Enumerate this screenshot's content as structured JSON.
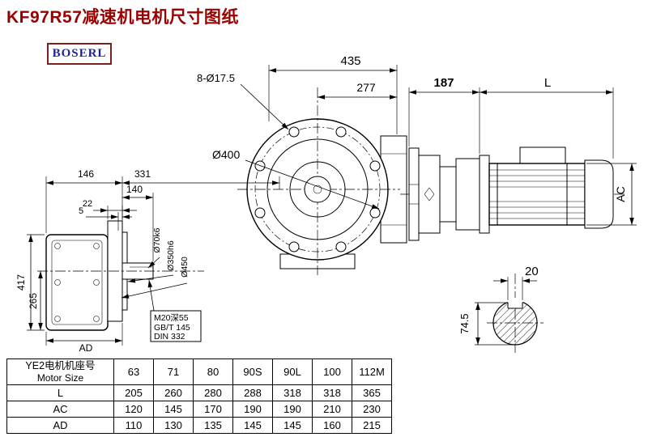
{
  "title": "KF97R57减速机电机尺寸图纸",
  "logo": "BOSERL",
  "front_view": {
    "dim_width": "435",
    "dim_hole_offset": "277",
    "bolt_holes": "8-Ø17.5",
    "flange_dia": "Ø400"
  },
  "side_view": {
    "dim_adapter": "187",
    "dim_motor_length": "L",
    "dim_motor_dia": "AC"
  },
  "left_view": {
    "dim_body_depth": "146",
    "dim_total_depth": "331",
    "dim_shaft_len": "140",
    "dim_flange_thk": "22",
    "dim_spigot": "5",
    "dim_height": "417",
    "dim_axis_height": "265",
    "dim_ad": "AD",
    "shaft_dia": "Ø70k6",
    "spigot_dia": "Ø350h6",
    "flange_dia": "Ø450",
    "tap_note1": "M20深55",
    "tap_note2": "GB/T 145",
    "tap_note3": "DIN 332"
  },
  "section_view": {
    "key_width": "20",
    "shaft_depth": "74.5"
  },
  "table": {
    "header_cn": "YE2电机机座号",
    "header_en": "Motor Size",
    "columns": [
      "63",
      "71",
      "80",
      "90S",
      "90L",
      "100",
      "112M"
    ],
    "rows": [
      {
        "label": "L",
        "values": [
          "205",
          "260",
          "280",
          "288",
          "318",
          "318",
          "365"
        ]
      },
      {
        "label": "AC",
        "values": [
          "120",
          "145",
          "170",
          "190",
          "190",
          "210",
          "230"
        ]
      },
      {
        "label": "AD",
        "values": [
          "110",
          "130",
          "135",
          "145",
          "145",
          "160",
          "215"
        ]
      }
    ]
  }
}
